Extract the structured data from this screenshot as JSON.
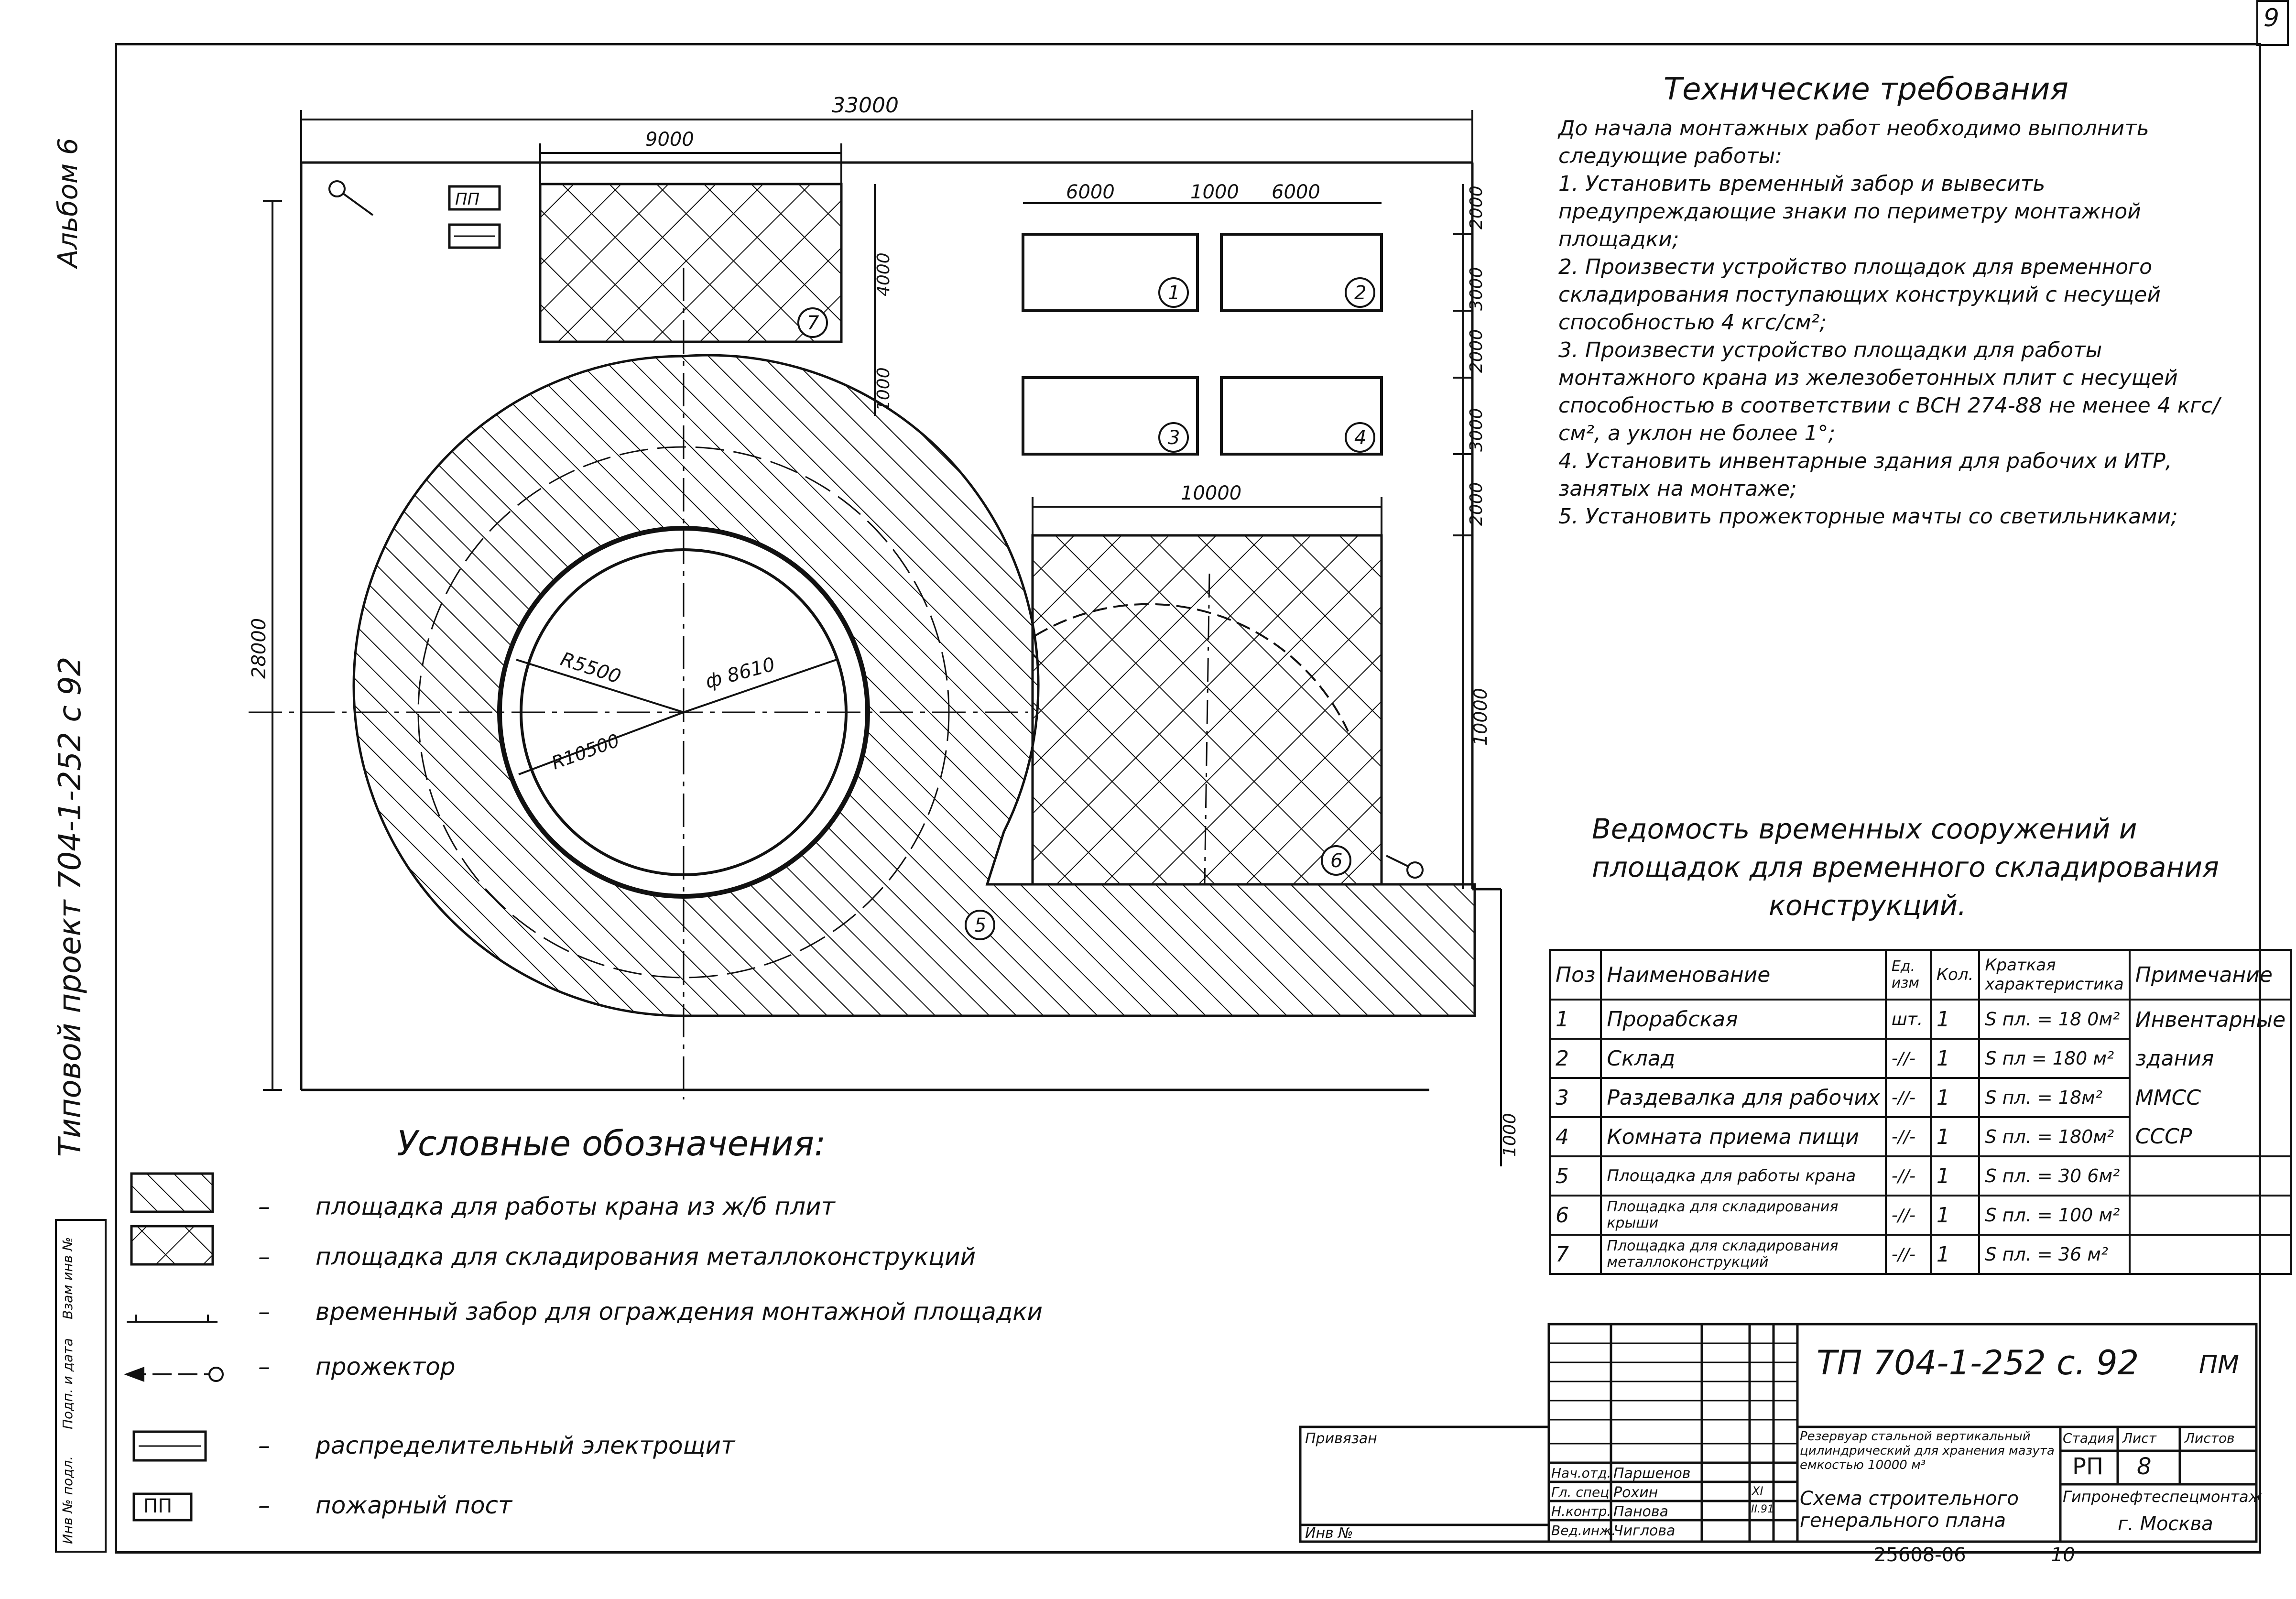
{
  "page_number": "9",
  "side": {
    "album": "Альбом 6",
    "project": "Типовой проект 704-1-252 с 92",
    "stamp_cells": [
      "Инв № подл.",
      "Подп. и дата",
      "Взам инв №"
    ]
  },
  "plan": {
    "dims": {
      "total_width": "33000",
      "top_left": "9000",
      "box_w1": "6000",
      "gap": "1000",
      "box_w2": "6000",
      "square_w": "10000",
      "total_height": "28000",
      "v_4000": "4000",
      "v_1000a": "1000",
      "r_2000a": "2000",
      "r_3000a": "3000",
      "r_2000b": "2000",
      "r_3000b": "3000",
      "r_2000c": "2000",
      "r_10000": "10000",
      "bottom_1000": "1000",
      "r5500": "R5500",
      "d8610": "ф 8610",
      "r10500": "R10500"
    },
    "markers": {
      "m1": "1",
      "m2": "2",
      "m3": "3",
      "m4": "4",
      "m5": "5",
      "m6": "6",
      "m7": "7"
    },
    "pp_label": "ПП"
  },
  "requirements": {
    "title": "Технические требования",
    "lines": [
      "До начала монтажных работ необходимо выполнить следующие работы:",
      "1. Установить временный забор и вывесить предупреждающие знаки по периметру монтажной площадки;",
      "2. Произвести устройство площадок для временного складирования поступающих конструкций с несущей способностью 4 кгс/см²;",
      "3. Произвести устройство площадки для работы монтажного крана из железобетонных плит с несущей способностью в соответствии с ВСН 274-88 не менее 4 кгс/см², а уклон не более 1°;",
      "4. Установить инвентарные здания для рабочих и ИТР, занятых на монтаже;",
      "5. Установить прожекторные мачты со светильниками;"
    ]
  },
  "table": {
    "title_line1": "Ведомость временных сооружений и",
    "title_line2": "площадок для временного складирования",
    "title_line3": "конструкций.",
    "headers": [
      "Поз",
      "Наименование",
      "Ед. изм",
      "Кол.",
      "Краткая характеристика",
      "Примечание"
    ],
    "rows": [
      [
        "1",
        "Прорабская",
        "шт.",
        "1",
        "S пл. = 18 0м²",
        "Инвентарные"
      ],
      [
        "2",
        "Склад",
        "-//-",
        "1",
        "S пл = 180 м²",
        "здания"
      ],
      [
        "3",
        "Раздевалка для рабочих",
        "-//-",
        "1",
        "S пл. = 18м²",
        "ММСС"
      ],
      [
        "4",
        "Комната приема пищи",
        "-//-",
        "1",
        "S пл. = 180м²",
        "СССР"
      ],
      [
        "5",
        "Площадка для работы крана",
        "-//-",
        "1",
        "S пл. = 30 6м²",
        ""
      ],
      [
        "6",
        "Площадка для складирования крыши",
        "-//-",
        "1",
        "S пл. = 100 м²",
        ""
      ],
      [
        "7",
        "Площадка для складирования металлоконструкций",
        "-//-",
        "1",
        "S пл. = 36 м²",
        ""
      ]
    ]
  },
  "legend": {
    "title": "Условные обозначения:",
    "items": [
      "площадка для работы крана из ж/б плит",
      "площадка для складирования металлоконструкций",
      "временный забор для ограждения монтажной площадки",
      "прожектор",
      "распределительный электрощит",
      "пожарный пост"
    ],
    "pp_label": "ПП",
    "dash": "–"
  },
  "titleblock": {
    "code": "ТП 704-1-252 с. 92",
    "sheet_mark": "ПМ",
    "privyazan": "Привязан",
    "inv": "Инв №",
    "object": "Резервуар стальной вертикальный цилиндрический для хранения мазута емкостью 10000 м³",
    "sheet_title": "Схема строительного генерального плана",
    "stage_h": "Стадия",
    "sheet_h": "Лист",
    "sheets_h": "Листов",
    "stage": "РП",
    "sheet": "8",
    "org": "Гипронефтеспецмонтаж",
    "city": "г. Москва",
    "roles": [
      "Нач.отд.",
      "Гл. спец.",
      "Н.контр.",
      "Вед.инж."
    ],
    "names": [
      "Паршенов",
      "Рохин",
      "Панова",
      "Чиглова"
    ],
    "date1": "XI",
    "date2": "II.91",
    "number": "25608-06",
    "sheet_no": "10"
  }
}
